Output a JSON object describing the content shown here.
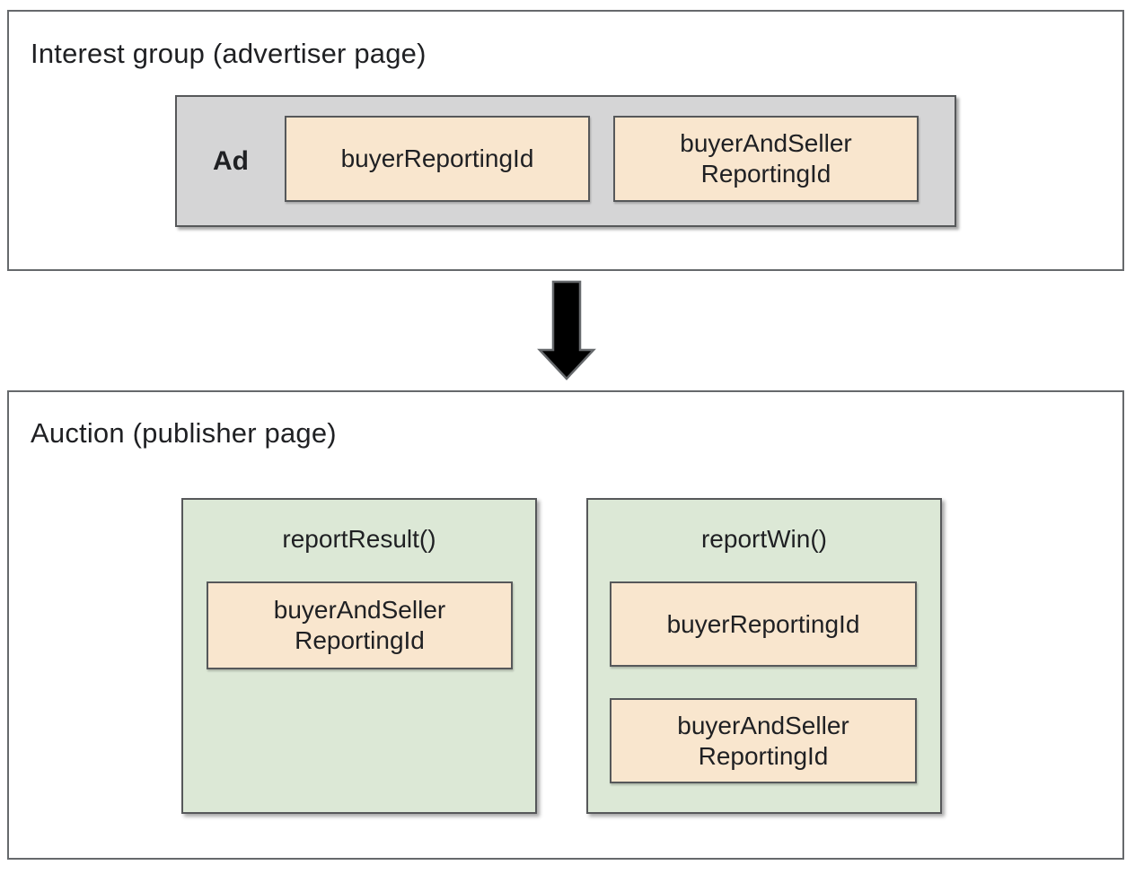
{
  "colors": {
    "page_bg": "#ffffff",
    "outer_border": "#66696c",
    "inner_border": "#56585a",
    "gray_fill": "#d5d5d6",
    "tan_fill": "#f9e6ce",
    "green_fill": "#dce8d6",
    "text": "#1f2023",
    "arrow_fill": "#000000",
    "arrow_stroke": "#66696c"
  },
  "interest_group": {
    "title": "Interest group (advertiser page)",
    "ad": {
      "label": "Ad",
      "chips": [
        {
          "lines": [
            "buyerReportingId"
          ]
        },
        {
          "lines": [
            "buyerAndSeller",
            "ReportingId"
          ]
        }
      ]
    }
  },
  "arrow": {
    "meaning": "flow from interest group to auction"
  },
  "auction": {
    "title": "Auction (publisher page)",
    "functions": [
      {
        "name": "reportResult()",
        "chips": [
          {
            "lines": [
              "buyerAndSeller",
              "ReportingId"
            ]
          }
        ]
      },
      {
        "name": "reportWin()",
        "chips": [
          {
            "lines": [
              "buyerReportingId"
            ]
          },
          {
            "lines": [
              "buyerAndSeller",
              "ReportingId"
            ]
          }
        ]
      }
    ]
  }
}
